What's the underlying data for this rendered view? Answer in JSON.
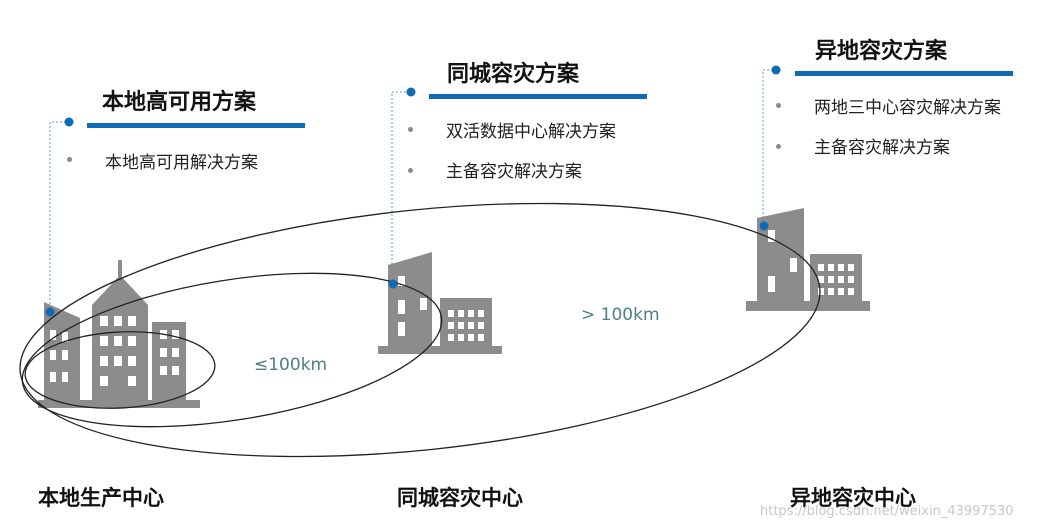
{
  "solutions": [
    {
      "title": "本地高可用方案",
      "bullets": [
        "本地高可用解决方案"
      ]
    },
    {
      "title": "同城容灾方案",
      "bullets": [
        "双活数据中心解决方案",
        "主备容灾解决方案"
      ]
    },
    {
      "title": "异地容灾方案",
      "bullets": [
        "两地三中心容灾解决方案",
        "主备容灾解决方案"
      ]
    }
  ],
  "centers": [
    "本地生产中心",
    "同城容灾中心",
    "异地容灾中心"
  ],
  "distances": {
    "near": "≤100km",
    "far": "> 100km"
  },
  "watermark": "https://blog.csdn.net/weixin_43997530",
  "colors": {
    "accent": "#0e6bb5",
    "building": "#8c8c8c",
    "bullet": "#8a8a8a"
  }
}
